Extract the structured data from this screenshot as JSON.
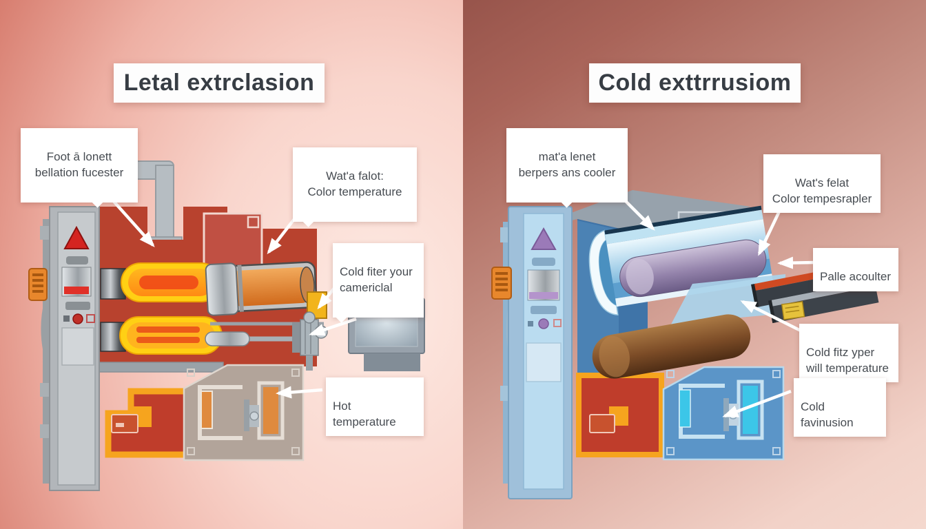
{
  "left_panel": {
    "title": "Letal extrclasion",
    "labels": {
      "billet_heater": "Foot ā lonett\nbellation fucester",
      "color_temperature": "Wat'a falot:\nColor temperature",
      "cold_filter": "Cold fiter your\ncamericlal",
      "hot_temperature": "Hot temperature"
    }
  },
  "right_panel": {
    "title": "Cold exttrrusiom",
    "labels": {
      "material_cooler": "mat'a lenet\nberpers ans cooler",
      "color_temperature": "Wat's felat\nColor tempesrapler",
      "roller": "Palle acoulter",
      "cold_temperature": "Cold fitz yper\nwill temperature",
      "cold_extrusion": "Cold favinusion"
    }
  },
  "colors": {
    "hot_body_red": "#b8422e",
    "hot_glow_yellow": "#ffd014",
    "hot_liquid_orange": "#e07c24",
    "accent_orange_border": "#f6a41e",
    "cold_channel_blue": "#bfe2f2",
    "cold_roller_purple": "#8d7ba6",
    "cold_roller_brown": "#7c4c27",
    "accent_cyan": "#3cc6e8",
    "callout_bg": "#ffffff",
    "title_text": "#373d44"
  },
  "icons": {
    "callout_arrow": "white straight pointer arrow with triangular head",
    "warning_triangle_hot": "red warning triangle on control cabinet",
    "warning_triangle_cold": "purple warning triangle on control cabinet"
  }
}
